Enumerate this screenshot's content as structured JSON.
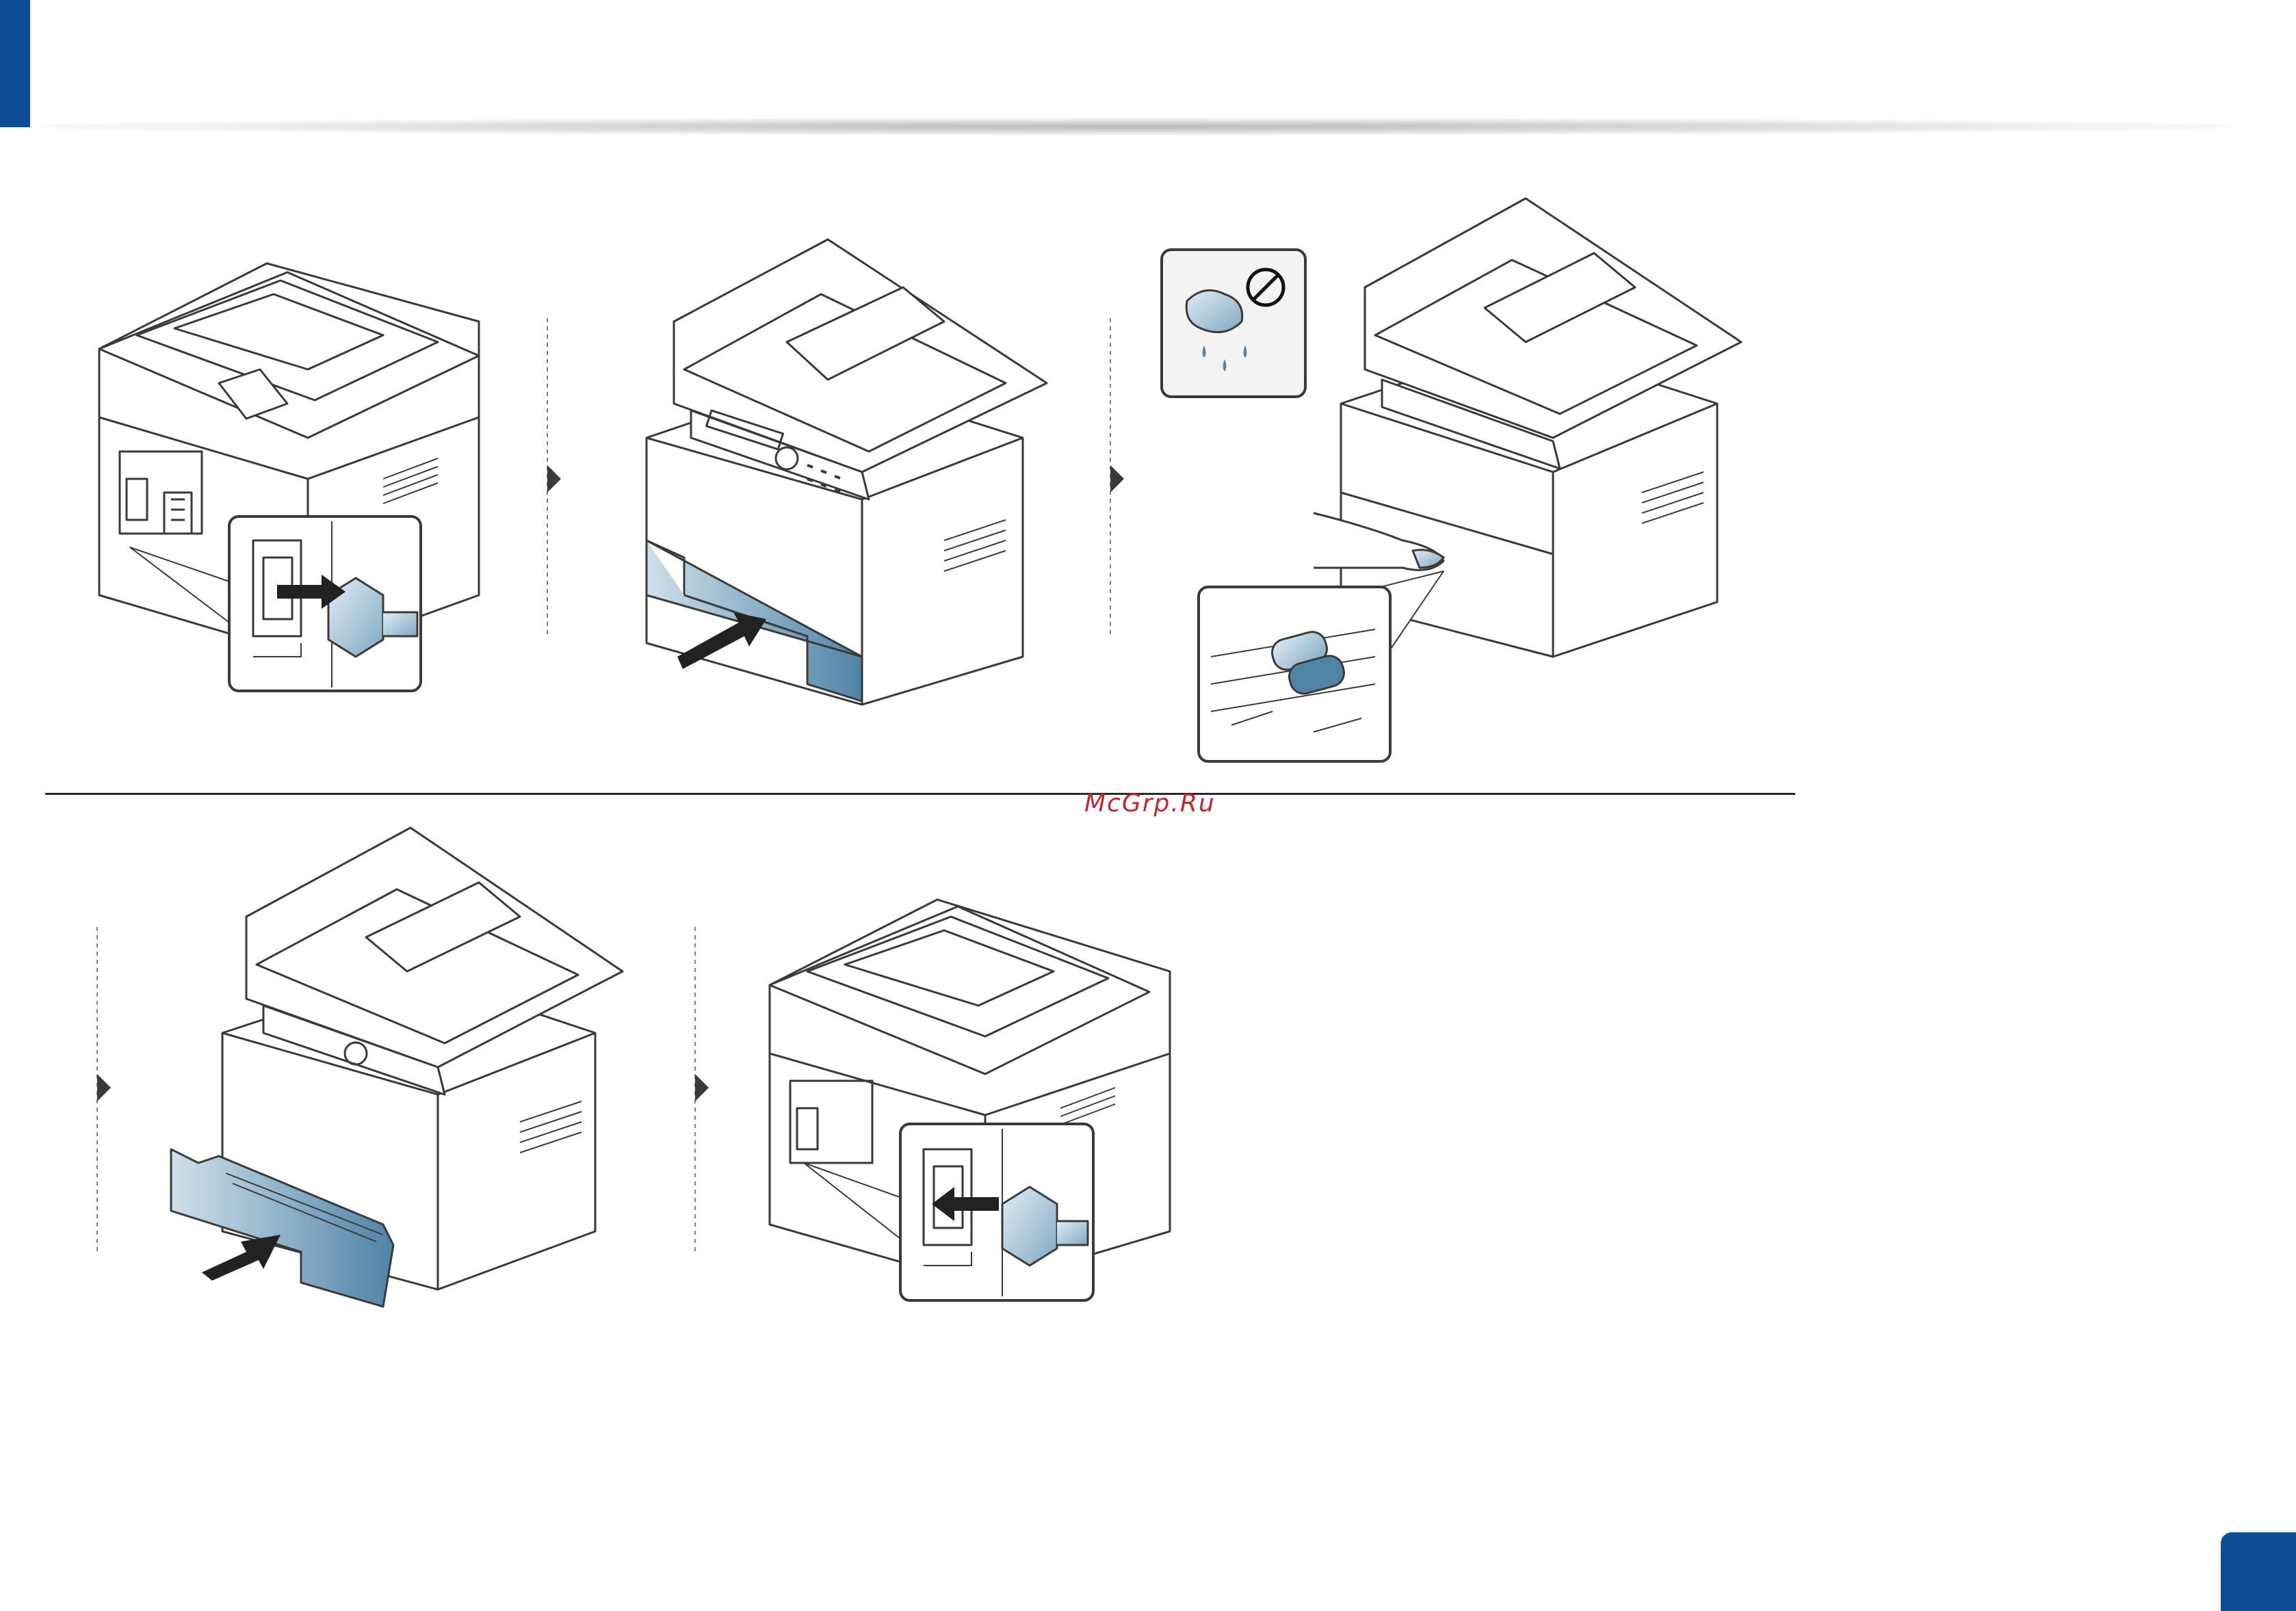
{
  "brand": {
    "accent": "#0b4e96",
    "illustration_blue": "#4f84a7",
    "watermark_color": "#c0262d"
  },
  "watermark": {
    "text": "McGrp.Ru"
  },
  "icons": {
    "step_arrow": "arrowhead-right-icon",
    "no_water": "prohibited-wet-cloth-icon",
    "power_plug": "power-plug-icon"
  },
  "steps": [
    {
      "id": 1,
      "action": "unplug-power-cord"
    },
    {
      "id": 2,
      "action": "pull-out-tray"
    },
    {
      "id": 3,
      "action": "wipe-pickup-roller"
    },
    {
      "id": 4,
      "action": "insert-tray"
    },
    {
      "id": 5,
      "action": "plug-in-power-cord"
    }
  ]
}
